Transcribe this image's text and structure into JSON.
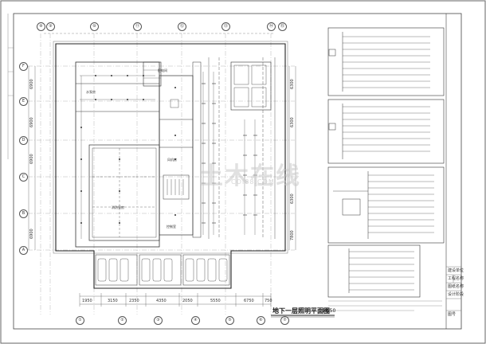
{
  "drawing": {
    "title": "地下一层照明平面图",
    "scale": "1:150",
    "watermark": "土木在线",
    "watermark_sub": "COI88.COM"
  },
  "grid_top": [
    "⑧",
    "⑨",
    "⑩",
    "⑪",
    "⑫",
    "⑬",
    "⑭",
    "⑮"
  ],
  "grid_bottom": [
    "①",
    "②",
    "③",
    "④",
    "⑤",
    "⑥",
    "⑦"
  ],
  "grid_left": [
    "F",
    "E",
    "D",
    "C",
    "B",
    "A"
  ],
  "dims_bottom": [
    "1950",
    "3150",
    "2350",
    "4350",
    "2050",
    "5550",
    "6750",
    "750"
  ],
  "dims_left": [
    "6900",
    "6900",
    "6900",
    "6900"
  ],
  "dims_right": [
    "6300",
    "6300",
    "6300",
    "7800"
  ],
  "rooms": {
    "r1": "配电间",
    "r2": "水泵房",
    "r3": "消防泵房",
    "r4": "风机房",
    "r5": "控制室"
  },
  "title_block": {
    "f1": "建设单位",
    "f2": "工程名称",
    "f3": "图纸名称",
    "f4": "设计阶段",
    "f5": "图号"
  },
  "colors": {
    "line": "#333333",
    "light": "#888888",
    "frame": "#444444"
  }
}
